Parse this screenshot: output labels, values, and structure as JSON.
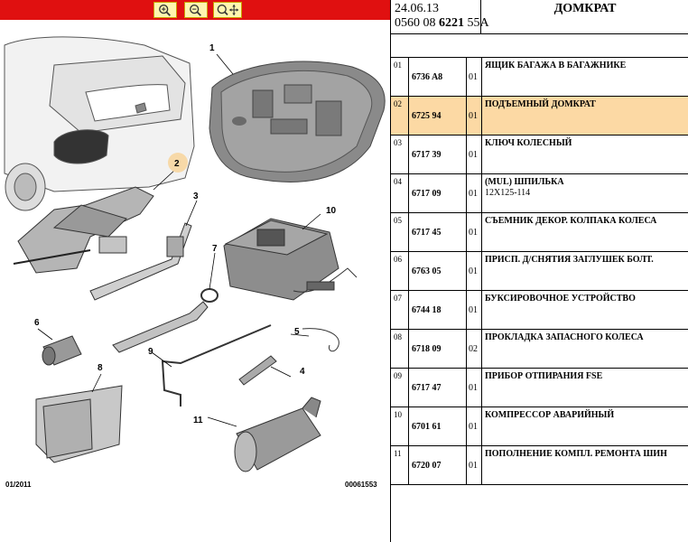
{
  "toolbar": {
    "buttons": [
      {
        "name": "zoom-in",
        "icon": "magnifier-plus-icon"
      },
      {
        "name": "zoom-out",
        "icon": "magnifier-minus-icon"
      },
      {
        "name": "pan",
        "icon": "magnifier-move-icon"
      }
    ],
    "color": "#e01010"
  },
  "diagram": {
    "callouts": [
      "1",
      "2",
      "3",
      "4",
      "5",
      "6",
      "7",
      "8",
      "9",
      "10",
      "11"
    ],
    "date_code": "01/2011",
    "doc_number": "00061553"
  },
  "header": {
    "date": "24.06.13",
    "ref_prefix": "0560 08 ",
    "ref_bold": "6221",
    "ref_suffix": " 55A",
    "title": "ДОМКРАТ"
  },
  "rows": [
    {
      "num": "01",
      "code": "6736 A8",
      "qty": "01",
      "desc": "ЯЩИК БАГАЖА В БАГАЖНИКЕ",
      "desc2": "",
      "selected": false
    },
    {
      "num": "02",
      "code": "6725 94",
      "qty": "01",
      "desc": "ПОДЪЕМНЫЙ ДОМКРАТ",
      "desc2": "",
      "selected": true
    },
    {
      "num": "03",
      "code": "6717 39",
      "qty": "01",
      "desc": "КЛЮЧ КОЛЕСНЫЙ",
      "desc2": "",
      "selected": false
    },
    {
      "num": "04",
      "code": "6717 09",
      "qty": "01",
      "desc": "(MUL) ШПИЛЬКА",
      "desc2": "12X125-114",
      "selected": false
    },
    {
      "num": "05",
      "code": "6717 45",
      "qty": "01",
      "desc": "СЪЕМНИК ДЕКОР. КОЛПАКА КОЛЕСА",
      "desc2": "",
      "selected": false
    },
    {
      "num": "06",
      "code": "6763 05",
      "qty": "01",
      "desc": "ПРИСП. Д/СНЯТИЯ ЗАГЛУШЕК БОЛТ.",
      "desc2": "",
      "selected": false
    },
    {
      "num": "07",
      "code": "6744 18",
      "qty": "01",
      "desc": "БУКСИРОВОЧНОЕ УСТРОЙСТВО",
      "desc2": "",
      "selected": false
    },
    {
      "num": "08",
      "code": "6718 09",
      "qty": "02",
      "desc": "ПРОКЛАДКА ЗАПАСНОГО КОЛЕСА",
      "desc2": "",
      "selected": false
    },
    {
      "num": "09",
      "code": "6717 47",
      "qty": "01",
      "desc": "ПРИБОР ОТПИРАНИЯ FSE",
      "desc2": "",
      "selected": false
    },
    {
      "num": "10",
      "code": "6701 61",
      "qty": "01",
      "desc": "КОМПРЕССОР АВАРИЙНЫЙ",
      "desc2": "",
      "selected": false
    },
    {
      "num": "11",
      "code": "6720 07",
      "qty": "01",
      "desc": "ПОПОЛНЕНИЕ КОМПЛ. РЕМОНТА ШИН",
      "desc2": "",
      "selected": false
    }
  ],
  "colors": {
    "selected_row": "#fcd9a4",
    "callout_highlight": "#f7d9a8"
  }
}
